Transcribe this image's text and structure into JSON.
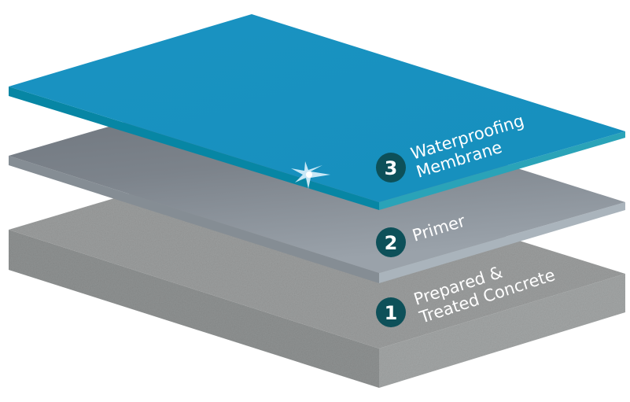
{
  "layers": [
    {
      "number": "1",
      "line1": "Prepared &",
      "line2": "Treated Concrete"
    },
    {
      "number": "2",
      "line1": "Primer"
    },
    {
      "number": "3",
      "line1": "Waterproofing",
      "line2": "Membrane"
    }
  ],
  "colors": {
    "membrane": "#1791c0",
    "primer": "#8f979f",
    "concrete": "#9c9e9e",
    "badge": "#0d5059"
  }
}
